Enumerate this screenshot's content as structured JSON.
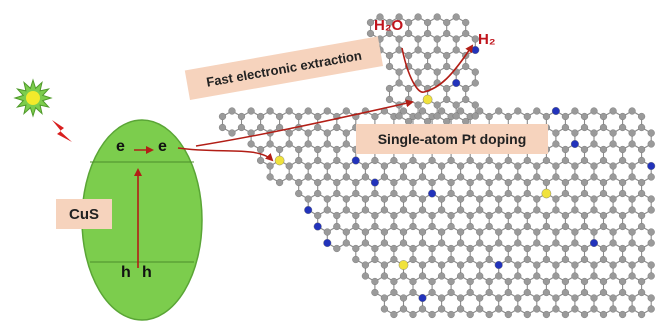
{
  "labels": {
    "water": "H₂O",
    "hydrogen": "H₂",
    "fast_extraction": "Fast electronic extraction",
    "single_atom": "Single-atom Pt doping",
    "material": "CuS",
    "electron": "e",
    "hole": "h"
  },
  "icons": {
    "light_source": "sun-icon",
    "light_ray": "lightning-icon"
  },
  "colors": {
    "semiconductor": "#7ccd4d",
    "carbon_atom": "#9a9a9a",
    "nitrogen_atom": "#2233bb",
    "platinum_atom": "#f0e23c",
    "arrow": "#b21e16",
    "label_box": "#f6d3bd",
    "gas_label": "#c0141c"
  }
}
